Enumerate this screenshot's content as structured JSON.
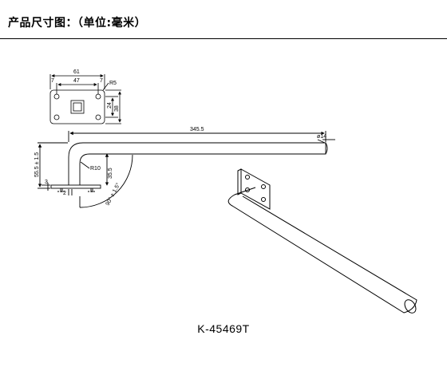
{
  "header": {
    "title": "产品尺寸图：（单位:毫米）"
  },
  "plate_view": {
    "width_total": "61",
    "hole_spacing": "47",
    "edge_left": "7",
    "edge_right": "7",
    "corner_radius": "R5",
    "height_inner": "24",
    "height_total": "38"
  },
  "side_view": {
    "length": "345.5",
    "diameter": "ø14",
    "height": "55.5 ± 1.5",
    "bend_radius": "R10",
    "drop": "35.5",
    "base_offset": "3",
    "base_thickness": "2",
    "angle": "90° ± 1.5°"
  },
  "footer": {
    "model": "K-45469T"
  }
}
